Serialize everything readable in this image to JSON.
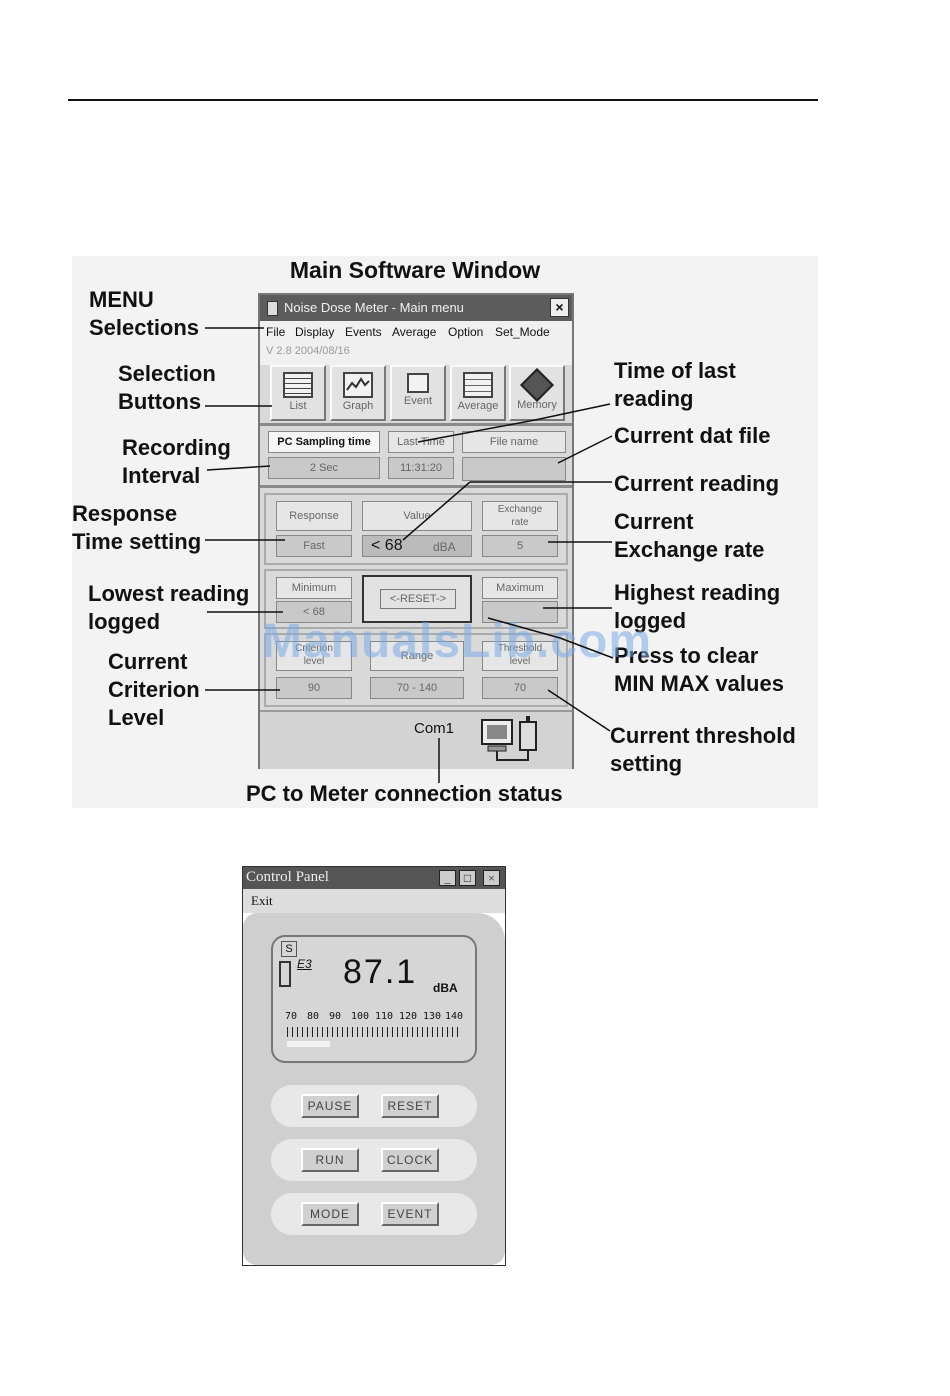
{
  "figure1": {
    "title": "Main Software Window",
    "callouts_left": [
      "MENU\nSelections",
      "Selection\nButtons",
      "Recording\nInterval",
      "Response\nTime setting",
      "Lowest reading\nlogged",
      "Current\nCriterion\nLevel"
    ],
    "callouts_right": [
      "Time of last\nreading",
      "Current dat file",
      "Current reading",
      "Current\nExchange rate",
      "Highest reading\nlogged",
      "Press to clear\nMIN MAX values",
      "Current threshold\nsetting"
    ],
    "callout_bottom": "PC to Meter connection status",
    "watermark": "ManualsLib.com"
  },
  "window": {
    "title": "Noise Dose Meter - Main menu",
    "close_label": "×",
    "menu": [
      "File",
      "Display",
      "Events",
      "Average",
      "Option",
      "Set_Mode"
    ],
    "version": "V 2.8   2004/08/16",
    "buttons": [
      {
        "label": "List",
        "icon": "list-icon"
      },
      {
        "label": "Graph",
        "icon": "graph-icon"
      },
      {
        "label": "Event",
        "icon": "computer-icon"
      },
      {
        "label": "Average",
        "icon": "document-icon"
      },
      {
        "label": "Memory",
        "icon": "memory-icon"
      }
    ],
    "sampling_label": "PC Sampling time",
    "sampling_value": "2 Sec",
    "last_time_label": "Last Time",
    "last_time_value": "11:31:20",
    "file_name_label": "File name",
    "file_name_value": "",
    "response_label": "Response",
    "response_value": "Fast",
    "value_label": "Value",
    "value_reading": "< 68",
    "value_unit": "dBA",
    "exchange_label": "Exchange\nrate",
    "exchange_value": "5",
    "minimum_label": "Minimum",
    "minimum_value": "< 68",
    "reset_label": "<-RESET->",
    "maximum_label": "Maximum",
    "maximum_value": "",
    "criterion_label": "Criterion\nlevel",
    "criterion_value": "90",
    "range_label": "Range",
    "range_value": "70 - 140",
    "threshold_label": "Threshold\nlevel",
    "threshold_value": "70",
    "status_port": "Com1"
  },
  "control_panel": {
    "title": "Control Panel",
    "menu": "Exit",
    "lcd": {
      "mode": "S",
      "indicator": "E3",
      "reading": "87.1",
      "unit": "dBA",
      "scale": [
        "70",
        "80",
        "90",
        "100",
        "110",
        "120",
        "130",
        "140"
      ],
      "bar_fraction": 0.25
    },
    "buttons": [
      [
        "PAUSE",
        "RESET"
      ],
      [
        "RUN",
        "CLOCK"
      ],
      [
        "MODE",
        "EVENT"
      ]
    ]
  }
}
